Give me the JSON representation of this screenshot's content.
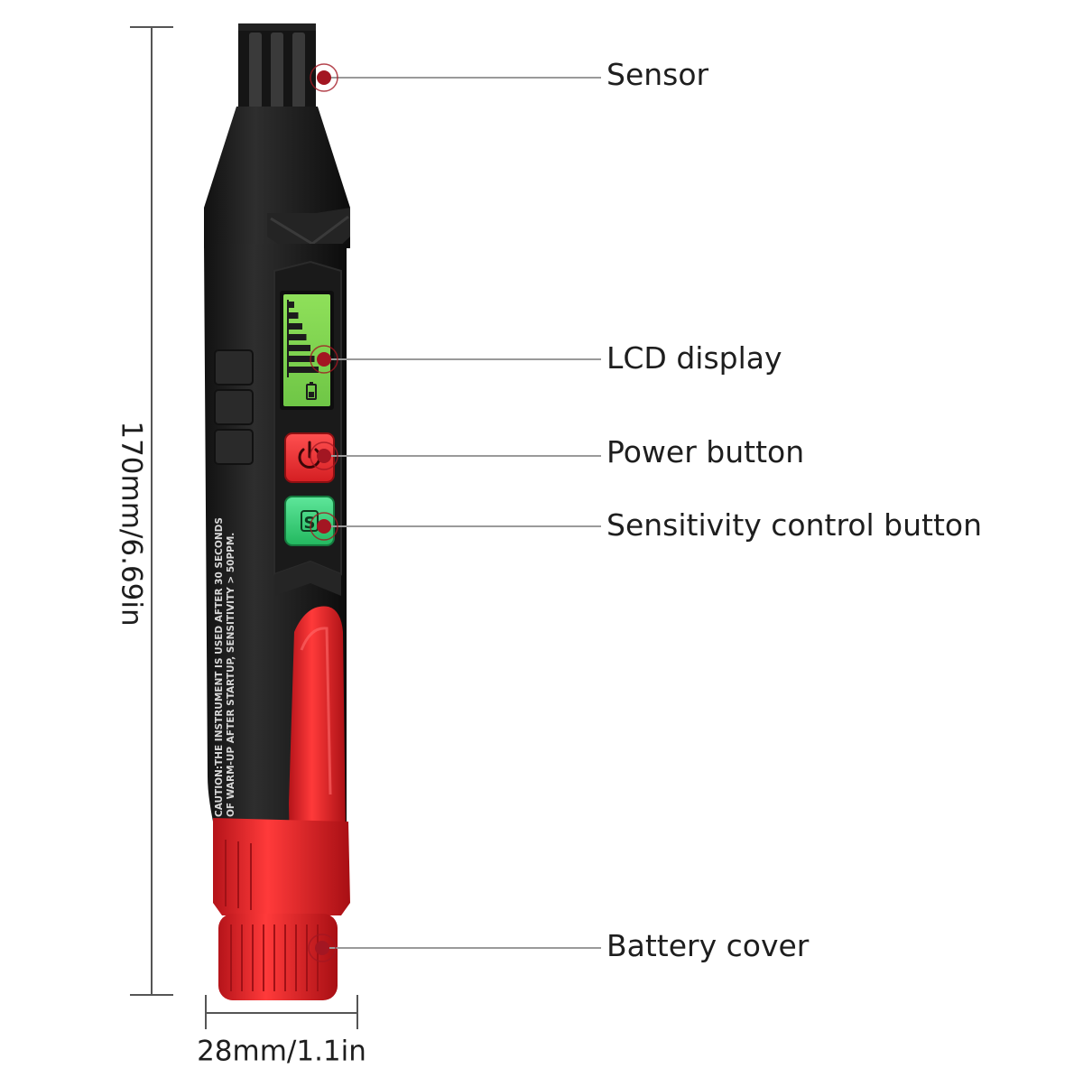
{
  "product": {
    "caution_line1": "CAUTION:THE INSTRUMENT IS USED AFTER 30 SECONDS",
    "caution_line2": "OF WARM-UP AFTER STARTUP, SENSITIVITY > 50PPM.",
    "sensitivity_key": "S",
    "colors": {
      "body": "#1f1f1f",
      "accent": "#e8262b",
      "lcd": "#86d957",
      "sensitivity_button": "#3bd17a",
      "callout_dot": "#a31622"
    },
    "icons": [
      "power-icon",
      "battery-icon"
    ]
  },
  "callouts": [
    {
      "label": "Sensor"
    },
    {
      "label": "LCD display"
    },
    {
      "label": "Power button"
    },
    {
      "label": "Sensitivity control button"
    },
    {
      "label": "Battery cover"
    }
  ],
  "dimensions": {
    "height": "170mm/6.69in",
    "width": "28mm/1.1in"
  }
}
